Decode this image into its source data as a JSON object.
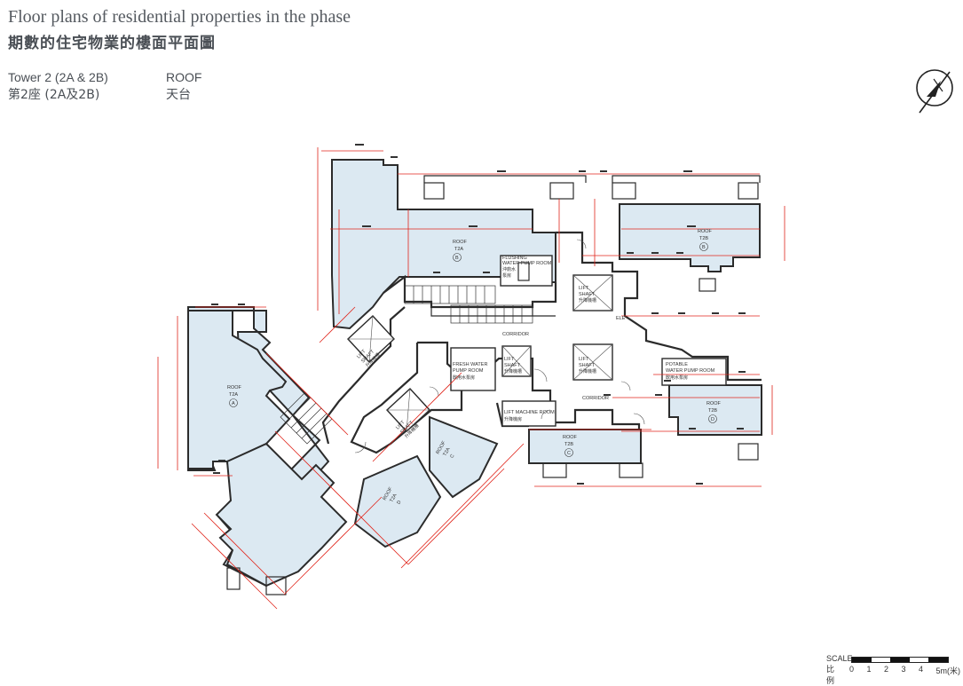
{
  "header": {
    "title_en": "Floor plans of residential properties in the phase",
    "title_zh": "期數的住宅物業的樓面平面圖"
  },
  "tower": {
    "name_en": "Tower 2 (2A & 2B)",
    "name_zh": "第2座 (2A及2B)"
  },
  "floor": {
    "name_en": "ROOF",
    "name_zh": "天台"
  },
  "rooms": {
    "roof_t2a_a": {
      "line1": "ROOF",
      "line2": "T2A",
      "tag": "A"
    },
    "roof_t2a_b": {
      "line1": "ROOF",
      "line2": "T2A",
      "tag": "B"
    },
    "roof_t2b_b": {
      "line1": "ROOF",
      "line2": "T2B",
      "tag": "B"
    },
    "roof_t2b_c": {
      "line1": "ROOF",
      "line2": "T2B",
      "tag": "C"
    },
    "roof_t2b_d": {
      "line1": "ROOF",
      "line2": "T2B",
      "tag": "D"
    },
    "roof_t2a_c": {
      "line1": "ROOF",
      "line2": "T2A",
      "tag": "C"
    },
    "roof_t2a_d": {
      "line1": "ROOF",
      "line2": "T2A",
      "tag": "D"
    },
    "flushing_pump": {
      "line1": "FLUSHING",
      "line2": "WATER PUMP ROOM",
      "zh1": "沖廁水",
      "zh2": "泵房"
    },
    "fresh_pump": {
      "line1": "FRESH WATER",
      "line2": "PUMP ROOM",
      "zh": "飲用水泵房"
    },
    "potable_pump": {
      "line1": "POTABLE",
      "line2": "WATER PUMP ROOM",
      "zh": "飲用水泵房"
    },
    "lift_shaft": {
      "line1": "LIFT",
      "line2": "SHAFT",
      "zh": "升降機槽"
    },
    "lift_machine": {
      "line1": "LIFT MACHINE ROOM",
      "zh": "升降機房"
    },
    "corridor": "CORRIDOR",
    "ele": "ELE"
  },
  "scale": {
    "label_en": "SCALE",
    "label_zh": "比例",
    "ticks": [
      "0",
      "1",
      "2",
      "3",
      "4",
      "5m(米)"
    ]
  },
  "colors": {
    "roof_fill": "#dce9f2",
    "dimension_red": "#e0251b",
    "wall": "#2b2b2b"
  }
}
